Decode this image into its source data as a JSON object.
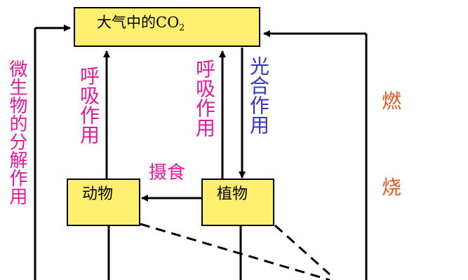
{
  "nodes": {
    "atmosphere_co2": {
      "label": "大气中的CO",
      "subscript": "2"
    },
    "animals": {
      "label": "动物"
    },
    "plants": {
      "label": "植物"
    }
  },
  "processes": {
    "microbe_decomposition": "微生物的分解作用",
    "animal_respiration": "呼吸作用",
    "plant_respiration": "呼吸作用",
    "photosynthesis": "光合作用",
    "feeding": "摄食",
    "combustion_1": "燃",
    "combustion_2": "烧"
  },
  "colors": {
    "box_fill": "#ffef6e",
    "respiration": "#e6199b",
    "photosynthesis": "#3333cc",
    "combustion": "#e8561e",
    "feeding": "#e6199b",
    "decomposition": "#e6199b"
  }
}
